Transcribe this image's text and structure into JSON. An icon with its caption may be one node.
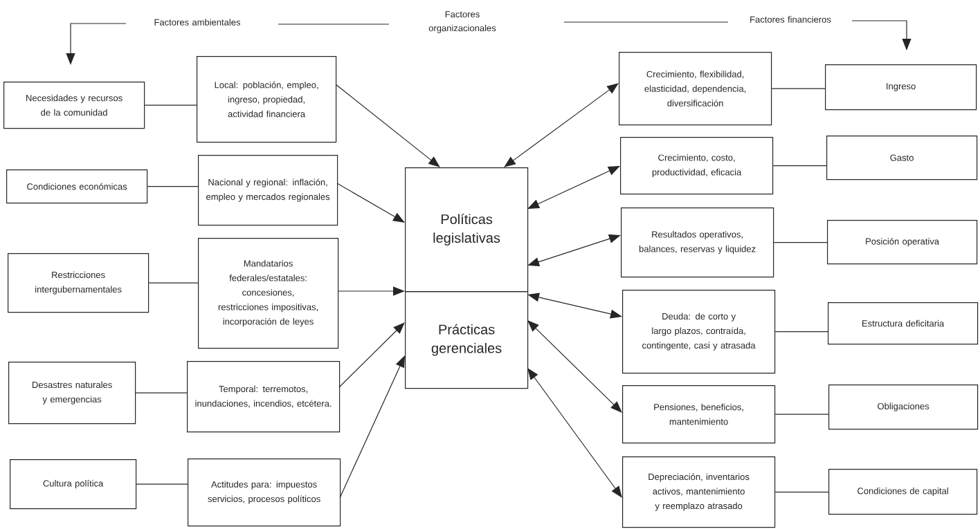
{
  "diagram": {
    "nodes": [
      {
        "text": [
          "Necesidades y recursos de la comunidad"
        ]
      },
      {
        "text": [
          "Local: población, empleo, ingreso, propiedad, actividad financiera"
        ]
      },
      {
        "text": [
          "Condiciones económicas"
        ]
      },
      {
        "text": [
          "Nacional y regional: inflación, empleo y mercados regionales"
        ]
      },
      {
        "text": [
          "Restricciones intergubernamentales"
        ]
      },
      {
        "text": [
          "Mandatarios federales/estatales: concesiones, restricciones impositivas, incorporación de leyes"
        ]
      },
      {
        "text": [
          "Desastres naturales y emergencias"
        ]
      },
      {
        "text": [
          "Temporal: terremotos, inundaciones, incendios, etcétera."
        ]
      },
      {
        "text": [
          "Cultura política"
        ]
      },
      {
        "text": [
          "Actitudes para: impuestos servicios, procesos políticos"
        ]
      },
      {
        "text": [
          "Políticas legislativas"
        ]
      },
      {
        "text": [
          "Prácticas gerenciales"
        ]
      },
      {
        "text": [
          "Crecimiento, flexibilidad, elasticidad, dependencia, diversificación"
        ]
      },
      {
        "text": [
          "Ingreso"
        ]
      },
      {
        "text": [
          "Crecimiento, costo, productividad, eficacia"
        ]
      },
      {
        "text": [
          "Gasto"
        ]
      },
      {
        "text": [
          "Resultados operativos, balances, reservas y liquidez"
        ]
      },
      {
        "text": [
          "Posición operativa"
        ]
      },
      {
        "text": [
          "Deuda: de corto y largo plazos, contraída, contingente, casi y atrasada"
        ]
      },
      {
        "text": [
          "Estructura deficitaria"
        ]
      },
      {
        "text": [
          "Pensiones, beneficios, mantenimiento"
        ]
      },
      {
        "text": [
          "Obligaciones"
        ]
      },
      {
        "text": [
          "Depreciación, inventarios activos, mantenimiento y reemplazo atrasado"
        ]
      },
      {
        "text": [
          "Condiciones de capital"
        ]
      }
    ],
    "edges": [
      {
        "from": 0,
        "to": 1,
        "arrow": "none"
      },
      {
        "from": 2,
        "to": 3,
        "arrow": "none"
      },
      {
        "from": 4,
        "to": 5,
        "arrow": "none"
      },
      {
        "from": 6,
        "to": 7,
        "arrow": "none"
      },
      {
        "from": 8,
        "to": 9,
        "arrow": "none"
      },
      {
        "from": 1,
        "to": 10,
        "arrow": "to"
      },
      {
        "from": 3,
        "to": 10,
        "arrow": "to"
      },
      {
        "from": 5,
        "to": 11,
        "arrow": "to"
      },
      {
        "from": 7,
        "to": 11,
        "arrow": "to"
      },
      {
        "from": 9,
        "to": 11,
        "arrow": "to"
      },
      {
        "from": 10,
        "to": 12,
        "arrow": "both"
      },
      {
        "from": 10,
        "to": 14,
        "arrow": "both"
      },
      {
        "from": 10,
        "to": 16,
        "arrow": "both"
      },
      {
        "from": 11,
        "to": 18,
        "arrow": "both"
      },
      {
        "from": 11,
        "to": 20,
        "arrow": "both"
      },
      {
        "from": 11,
        "to": 22,
        "arrow": "both"
      },
      {
        "from": 12,
        "to": 13,
        "arrow": "none"
      },
      {
        "from": 14,
        "to": 15,
        "arrow": "none"
      },
      {
        "from": 16,
        "to": 17,
        "arrow": "none"
      },
      {
        "from": 18,
        "to": 19,
        "arrow": "none"
      },
      {
        "from": 20,
        "to": 21,
        "arrow": "none"
      },
      {
        "from": 22,
        "to": 23,
        "arrow": "none"
      }
    ],
    "labels": [
      "Factores ambientales",
      "Factores organizacionales",
      "Factores financieros"
    ]
  }
}
